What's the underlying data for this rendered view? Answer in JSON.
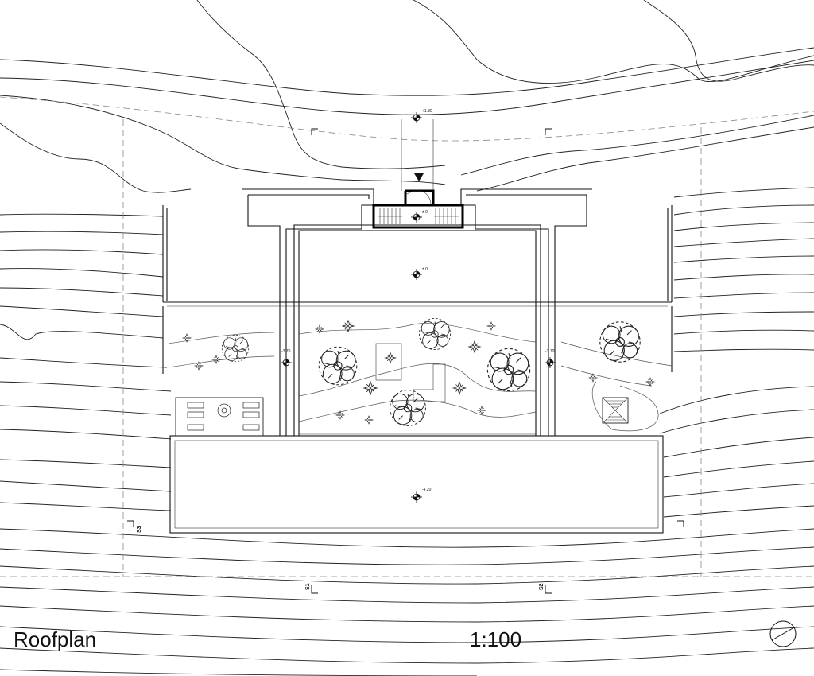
{
  "drawing": {
    "title": "Roofplan",
    "scale": "1:100"
  },
  "levels": {
    "entrance": "+1.30",
    "entry_floor": "± 0",
    "upper_roof": "± 0",
    "court_left": "-3.70",
    "court_right": "-3.70",
    "lower_roof": "-4.20"
  },
  "sections": {
    "s1": "S1",
    "s2": "S2",
    "s3": "S3"
  },
  "icons": [
    "north-arrow-icon",
    "level-marker-icon",
    "entrance-arrow-icon",
    "tree-icon",
    "section-marker-icon"
  ]
}
